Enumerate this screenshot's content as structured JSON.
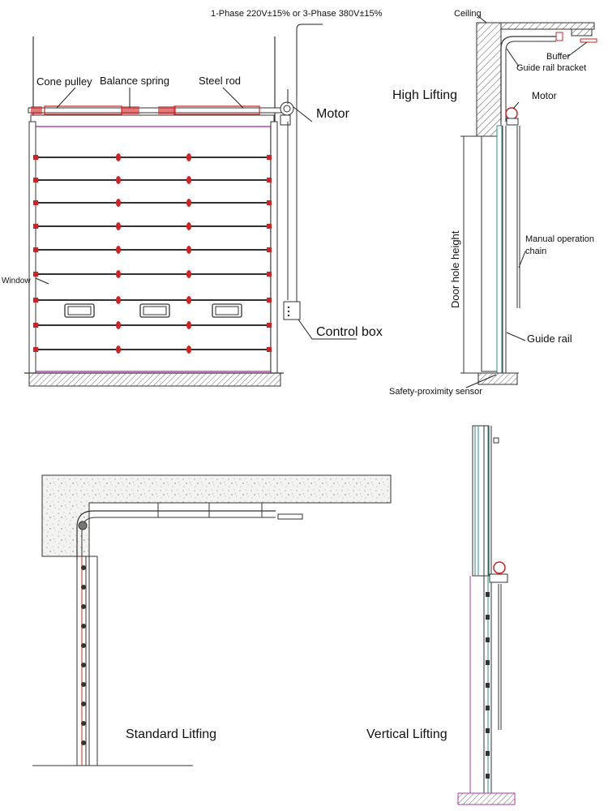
{
  "front_view": {
    "power_label": "1-Phase 220V±15% or 3-Phase 380V±15%",
    "cone_pulley": "Cone pulley",
    "balance_spring": "Balance spring",
    "steel_rod": "Steel rod",
    "motor": "Motor",
    "window": "Window",
    "control_box": "Control box"
  },
  "high_lifting": {
    "title": "High Lifting",
    "ceiling": "Ceiling",
    "buffer": "Buffer",
    "guide_rail_bracket": "Guide rail bracket",
    "motor": "Motor",
    "manual_chain_line1": "Manual operation",
    "manual_chain_line2": "chain",
    "guide_rail": "Guide rail",
    "door_hole_height": "Door hole height",
    "sensor": "Safety-proximity sensor"
  },
  "standard_lifting": {
    "title": "Standard Litfing"
  },
  "vertical_lifting": {
    "title": "Vertical Lifting"
  },
  "colors": {
    "accent_red": "#d42020",
    "rail_teal": "#2a8f8a",
    "frame_magenta": "#b03aa8",
    "hatch": "#555555"
  }
}
